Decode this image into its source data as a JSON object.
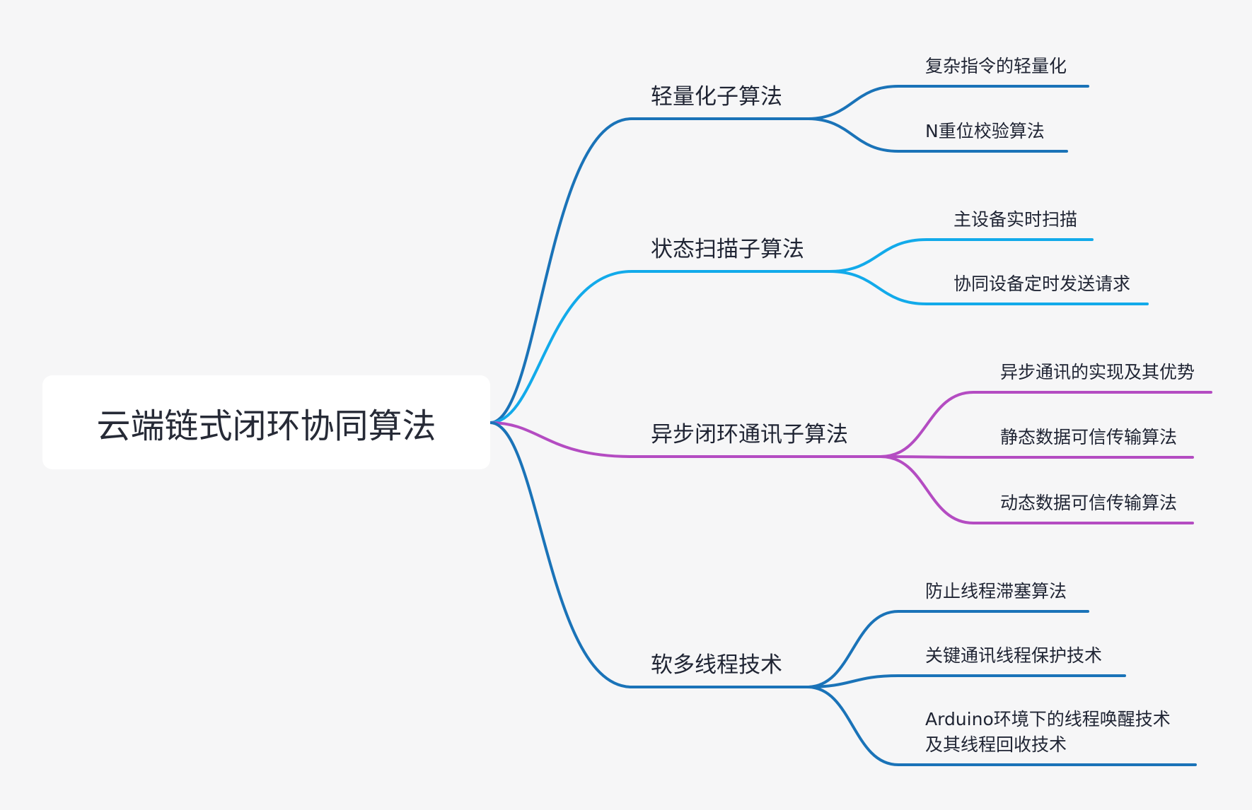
{
  "root": {
    "label": "云端链式闭环协同算法"
  },
  "colors": {
    "background": "#f6f6f7",
    "root_fill": "#ffffff",
    "dark_blue": "#1a73b8",
    "light_blue": "#12aaea",
    "purple": "#b44cc2"
  },
  "branches": [
    {
      "label": "轻量化子算法",
      "color": "#1a73b8",
      "children": [
        {
          "lines": [
            "复杂指令的轻量化"
          ]
        },
        {
          "lines": [
            "N重位校验算法"
          ]
        }
      ]
    },
    {
      "label": "状态扫描子算法",
      "color": "#12aaea",
      "children": [
        {
          "lines": [
            "主设备实时扫描"
          ]
        },
        {
          "lines": [
            "协同设备定时发送请求"
          ]
        }
      ]
    },
    {
      "label": "异步闭环通讯子算法",
      "color": "#b44cc2",
      "children": [
        {
          "lines": [
            "异步通讯的实现及其优势"
          ]
        },
        {
          "lines": [
            "静态数据可信传输算法"
          ]
        },
        {
          "lines": [
            "动态数据可信传输算法"
          ]
        }
      ]
    },
    {
      "label": "软多线程技术",
      "color": "#1a73b8",
      "children": [
        {
          "lines": [
            "防止线程滞塞算法"
          ]
        },
        {
          "lines": [
            "关键通讯线程保护技术"
          ]
        },
        {
          "lines": [
            "Arduino环境下的线程唤醒技术",
            "及其线程回收技术"
          ]
        }
      ]
    }
  ]
}
